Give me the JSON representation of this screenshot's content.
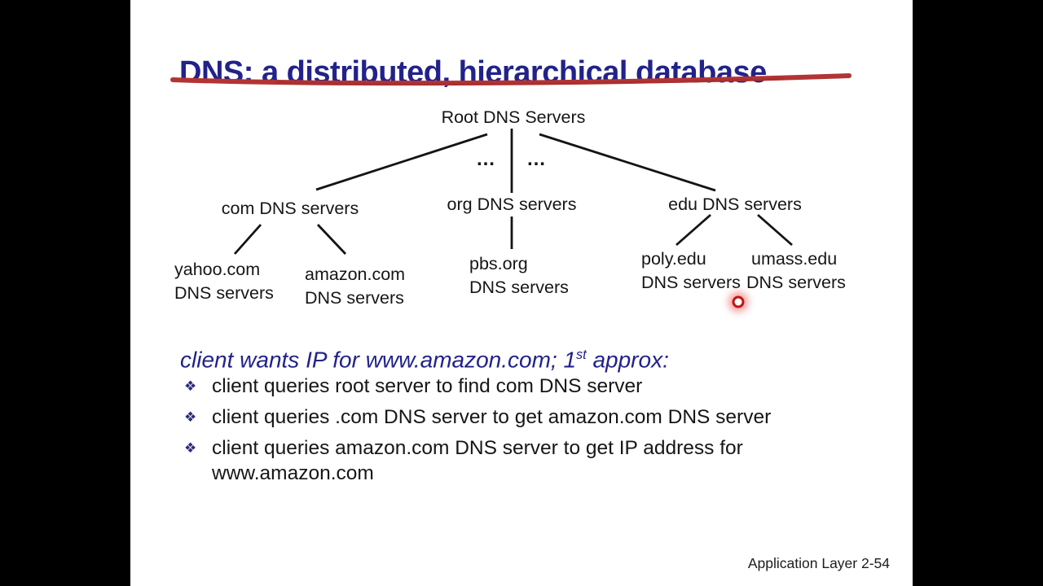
{
  "slide": {
    "title": "DNS: a distributed, hierarchical database",
    "tree": {
      "root_label": "Root DNS Servers",
      "ellipsis_left": "…",
      "ellipsis_right": "…",
      "tld_nodes": [
        {
          "label": "com DNS servers"
        },
        {
          "label": "org DNS servers"
        },
        {
          "label": "edu DNS servers"
        }
      ],
      "leaf_nodes": [
        {
          "line1": "yahoo.com",
          "line2": "DNS servers"
        },
        {
          "line1": "amazon.com",
          "line2": "DNS servers"
        },
        {
          "line1": "pbs.org",
          "line2": "DNS servers"
        },
        {
          "line1": "poly.edu",
          "line2": "DNS servers"
        },
        {
          "line1": "umass.edu",
          "line2": "DNS servers"
        }
      ]
    },
    "callout": {
      "lead_text": "client wants IP for www.amazon.com; 1",
      "lead_superscript": "st",
      "lead_tail": " approx:",
      "bullet_marker": "❖",
      "bullets": [
        {
          "line1": "client queries root server to find com DNS server"
        },
        {
          "line1": "client queries .com DNS server to get amazon.com DNS server"
        },
        {
          "line1": "client queries amazon.com DNS server to get  IP address for",
          "line2": "www.amazon.com"
        }
      ]
    },
    "footer": "Application Layer 2-54",
    "colors": {
      "title_navy": "#22228a",
      "underline_red": "#b23434",
      "body_text": "#161616",
      "bullet_marker_navy": "#2b2b7e",
      "laser_red": "#c41414",
      "letterbox_black": "#000000",
      "slide_background": "#ffffff"
    }
  }
}
